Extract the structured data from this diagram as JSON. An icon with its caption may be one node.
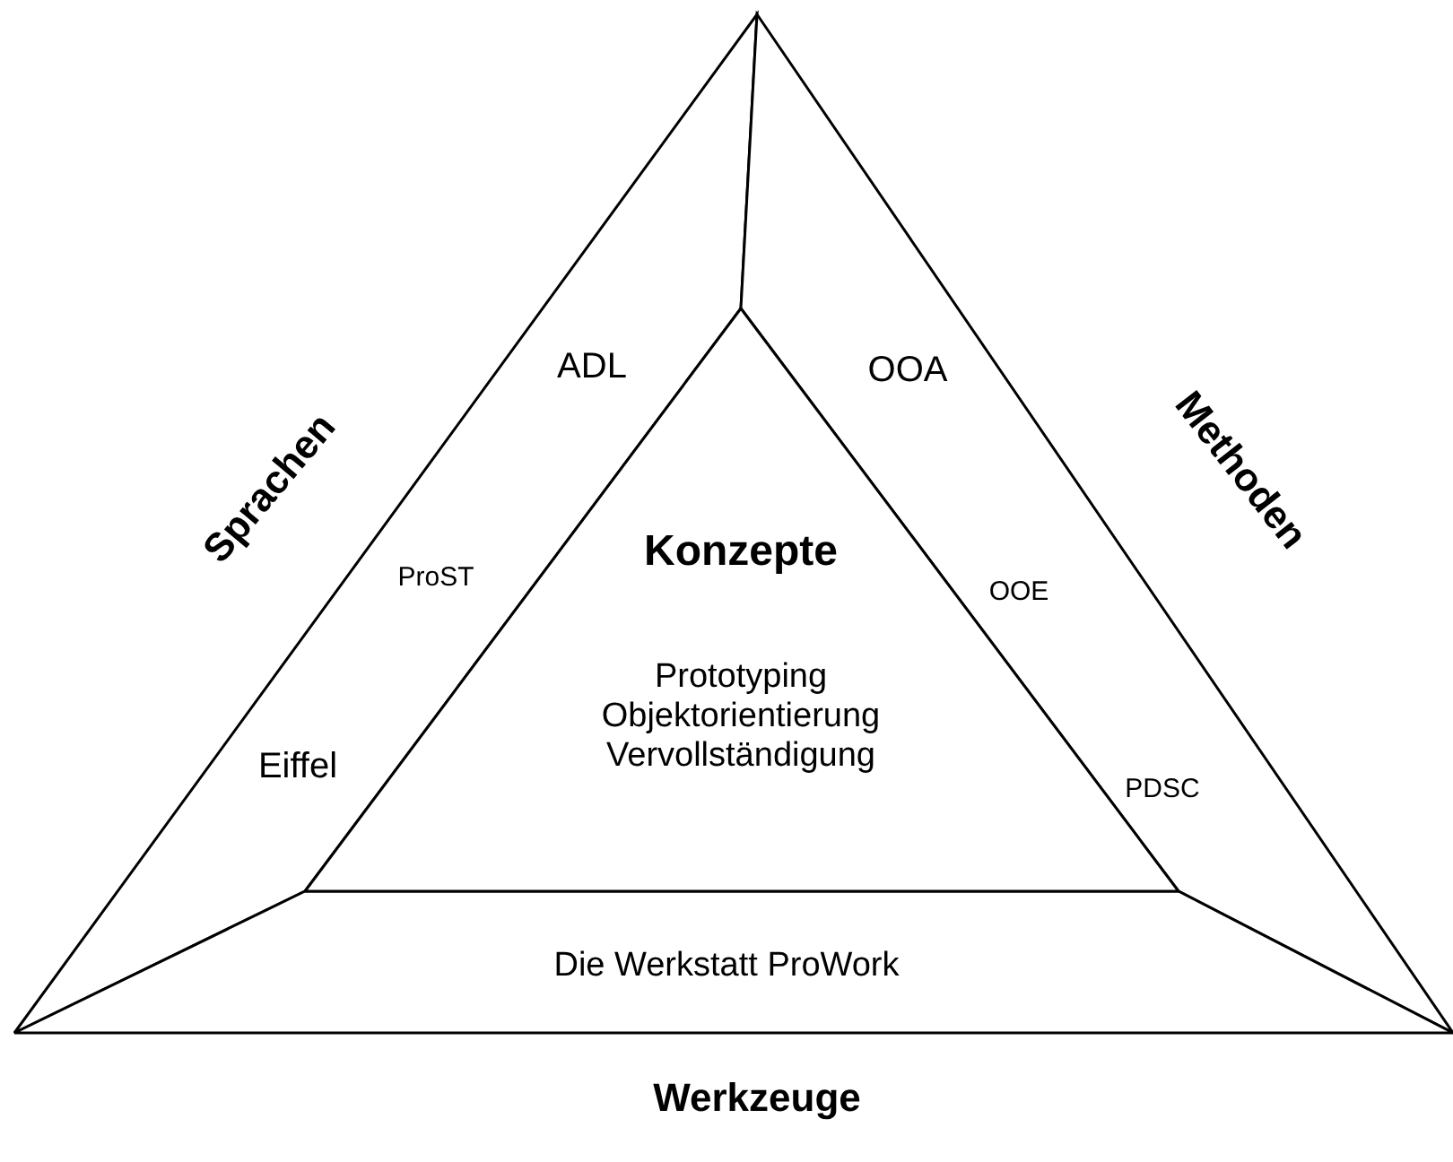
{
  "diagram": {
    "nodes": [
      {
        "text": [
          "Sprachen",
          "ADL",
          "ProST",
          "Eiffel"
        ]
      },
      {
        "text": [
          "Methoden",
          "OOA",
          "OOE",
          "PDSC"
        ]
      },
      {
        "text": [
          "Konzepte",
          "Prototyping Objektorientierung Vervollständigung"
        ]
      },
      {
        "text": [
          "Die Werkstatt ProWork",
          "Werkzeuge"
        ]
      }
    ],
    "edges": []
  }
}
